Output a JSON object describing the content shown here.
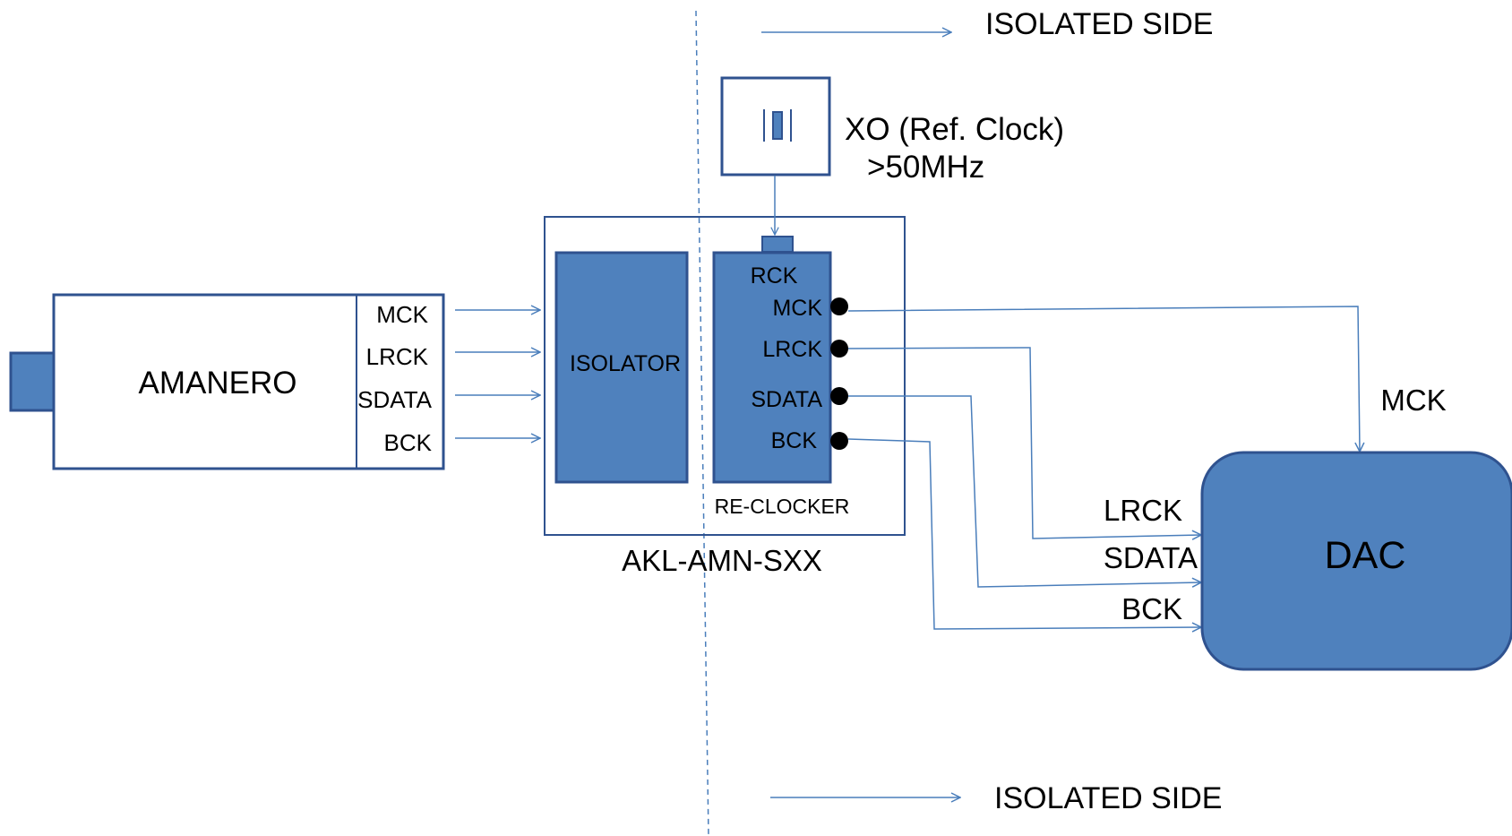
{
  "isolated_side_label": "ISOLATED SIDE",
  "amanero": {
    "title": "AMANERO",
    "pins": [
      "MCK",
      "LRCK",
      "SDATA",
      "BCK"
    ]
  },
  "module": {
    "name": "AKL-AMN-SXX",
    "isolator_label": "ISOLATOR",
    "reclocker_label": "RE-CLOCKER",
    "reclocker_input": "RCK",
    "reclocker_outputs": [
      "MCK",
      "LRCK",
      "SDATA",
      "BCK"
    ]
  },
  "xo": {
    "line1": "XO (Ref. Clock)",
    "line2": ">50MHz"
  },
  "dac": {
    "title": "DAC",
    "inputs": [
      "LRCK",
      "SDATA",
      "BCK"
    ],
    "mck_label": "MCK"
  },
  "colors": {
    "block_fill": "#4f81bd",
    "block_stroke": "#2f528f",
    "line": "#4a7ebb",
    "text": "#000000"
  }
}
